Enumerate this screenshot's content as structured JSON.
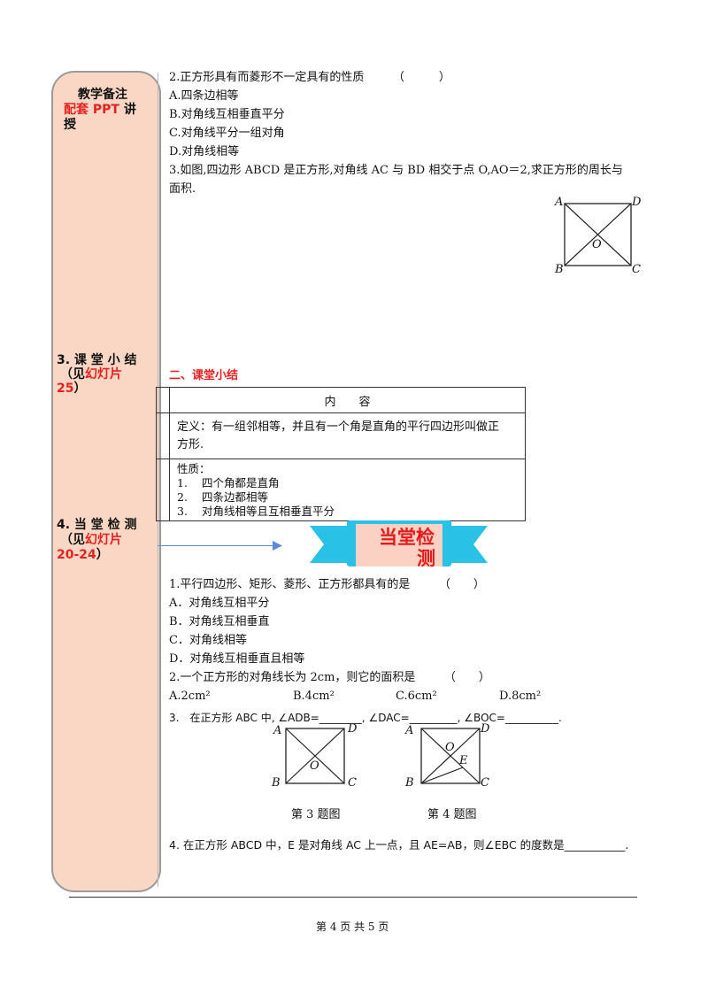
{
  "sidebar": {
    "s1_line1": "教学备注",
    "s1_line2a": "配套 PPT",
    "s1_line2b": "讲",
    "s1_line3": "授",
    "s2_line1": "3. 课 堂 小 结",
    "s2_line2a": "（见",
    "s2_line2b": "幻灯片",
    "s2_line3a": "25",
    "s2_line3b": "）",
    "s3_line1": "4. 当 堂 检 测",
    "s3_line2a": "（见",
    "s3_line2b": "幻灯片",
    "s3_line3a": "20-24",
    "s3_line3b": "）"
  },
  "part1": {
    "q2": "2.正方形具有而菱形不一定具有的性质　　　（　　　）",
    "q2_a": "A.四条边相等",
    "q2_b": "B.对角线互相垂直平分",
    "q2_c": "C.对角线平分一组对角",
    "q2_d": "D.对角线相等",
    "q3_line1": "3.如图,四边形 ABCD 是正方形,对角线 AC 与 BD 相交于点 O,AO＝2,求正方形的周长与",
    "q3_line2": "面积."
  },
  "fig1": {
    "A": "A",
    "B": "B",
    "C": "C",
    "D": "D",
    "O": "O"
  },
  "summary": {
    "heading": "二、课堂小结",
    "header": "内　　容",
    "definition_line1": "定义：有一组邻相等，并且有一个角是直角的平行四边形叫做正",
    "definition_line2": "方形.",
    "properties_title": "性质：",
    "properties": [
      {
        "num": "1.",
        "text": "四个角都是直角"
      },
      {
        "num": "2.",
        "text": "四条边都相等"
      },
      {
        "num": "3.",
        "text": "对角线相等且互相垂直平分"
      }
    ]
  },
  "banner": {
    "line1": "当堂检",
    "line2": "测"
  },
  "colors": {
    "sidebar_bg": "#fad7c4",
    "banner_cyan": "#29c1e6",
    "banner_pink": "#fbd1c4",
    "accent_red": "#e52020"
  },
  "test": {
    "q1": "1.平行四边形、矩形、菱形、正方形都具有的是　　　（　　）",
    "q1_a": "A．对角线互相平分",
    "q1_b": "B．对角线互相垂直",
    "q1_c": "C．对角线相等",
    "q1_d": "D．对角线互相垂直且相等",
    "q2": "2.一个正方形的对角线长为 2cm，则它的面积是　　　（　　）",
    "q2_a": "A.2cm²",
    "q2_b": "B.4cm²",
    "q2_c": "C.6cm²",
    "q2_d": "D.8cm²",
    "q3": "3.　在正方形 ABC 中, ∠ADB=________, ∠DAC=_________, ∠BOC=__________.",
    "caption3": "第 3 题图",
    "caption4": "第 4 题图",
    "q4": "4. 在正方形 ABCD 中，E 是对角线 AC 上一点，且 AE=AB，则∠EBC 的度数是___________."
  },
  "fig3": {
    "A": "A",
    "B": "B",
    "C": "C",
    "D": "D",
    "O": "O"
  },
  "fig4": {
    "A": "A",
    "B": "B",
    "C": "C",
    "D": "D",
    "O": "O",
    "E": "E"
  },
  "footer": {
    "page": "第 4 页 共 5 页"
  }
}
